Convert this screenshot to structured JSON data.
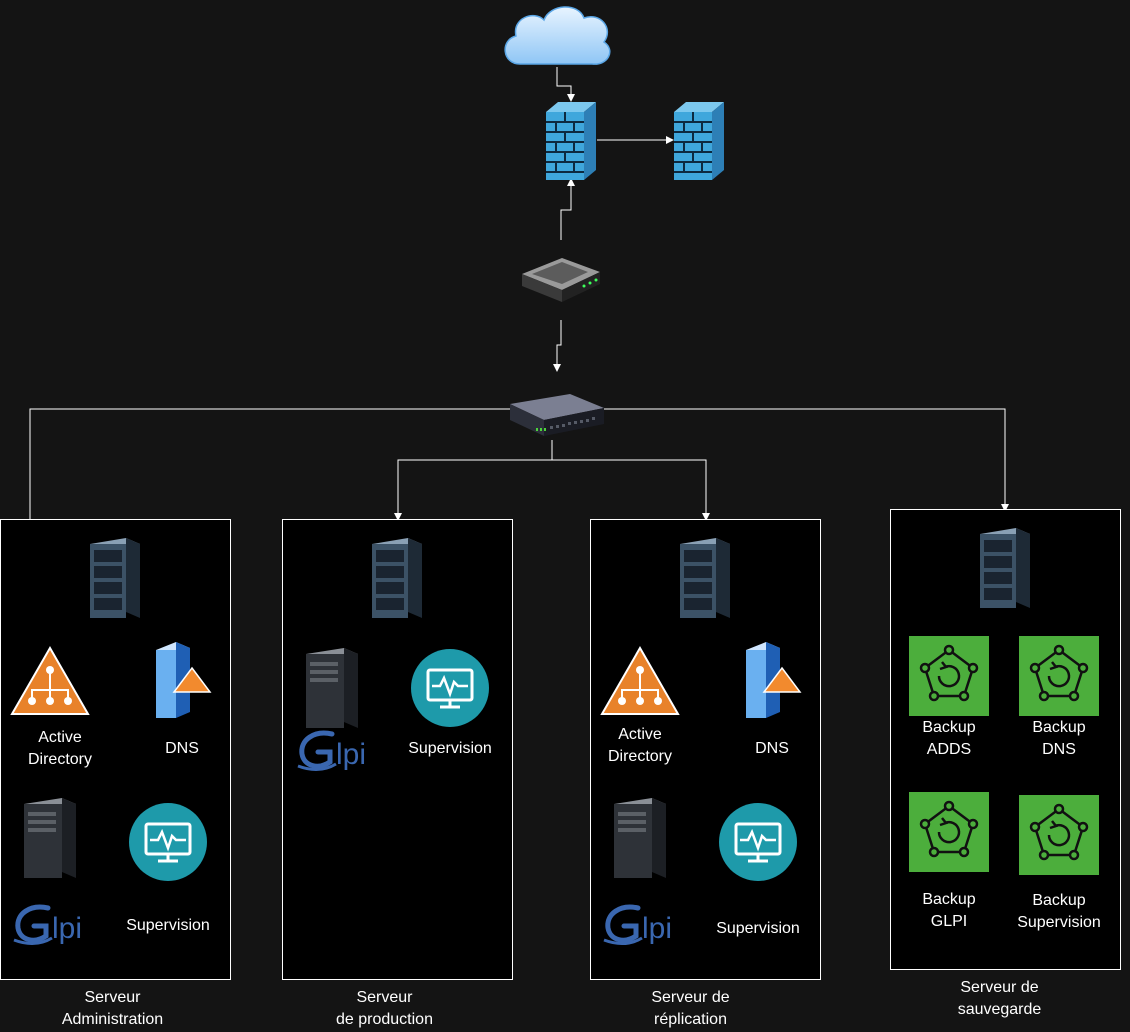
{
  "servers": [
    {
      "id": "admin",
      "caption": "Serveur\nAdministration",
      "services": [
        {
          "icon": "active-directory-icon",
          "label": "Active\nDirectory"
        },
        {
          "icon": "dns-server-icon",
          "label": "DNS"
        },
        {
          "icon": "glpi-icon",
          "label": ""
        },
        {
          "icon": "supervision-icon",
          "label": "Supervision"
        }
      ]
    },
    {
      "id": "production",
      "caption": "Serveur\nde production",
      "services": [
        {
          "icon": "glpi-icon",
          "label": ""
        },
        {
          "icon": "supervision-icon",
          "label": "Supervision"
        }
      ]
    },
    {
      "id": "replication",
      "caption": "Serveur  de\nréplication",
      "services": [
        {
          "icon": "active-directory-icon",
          "label": "Active\nDirectory"
        },
        {
          "icon": "dns-server-icon",
          "label": "DNS"
        },
        {
          "icon": "glpi-icon",
          "label": ""
        },
        {
          "icon": "supervision-icon",
          "label": "Supervision"
        }
      ]
    },
    {
      "id": "backup",
      "caption": "Serveur  de\nsauvegarde",
      "services": [
        {
          "icon": "backup-icon",
          "label": "Backup\nADDS"
        },
        {
          "icon": "backup-icon",
          "label": "Backup\nDNS"
        },
        {
          "icon": "backup-icon",
          "label": "Backup\nGLPI"
        },
        {
          "icon": "backup-icon",
          "label": "Backup\nSupervision"
        }
      ]
    }
  ],
  "glpi_logo_text": "lpi",
  "colors": {
    "background": "#141414",
    "firewall": "#3fa7dc",
    "backup_green": "#4cae3c",
    "supervision": "#1e9aaa",
    "ad_orange": "#e8822a"
  }
}
